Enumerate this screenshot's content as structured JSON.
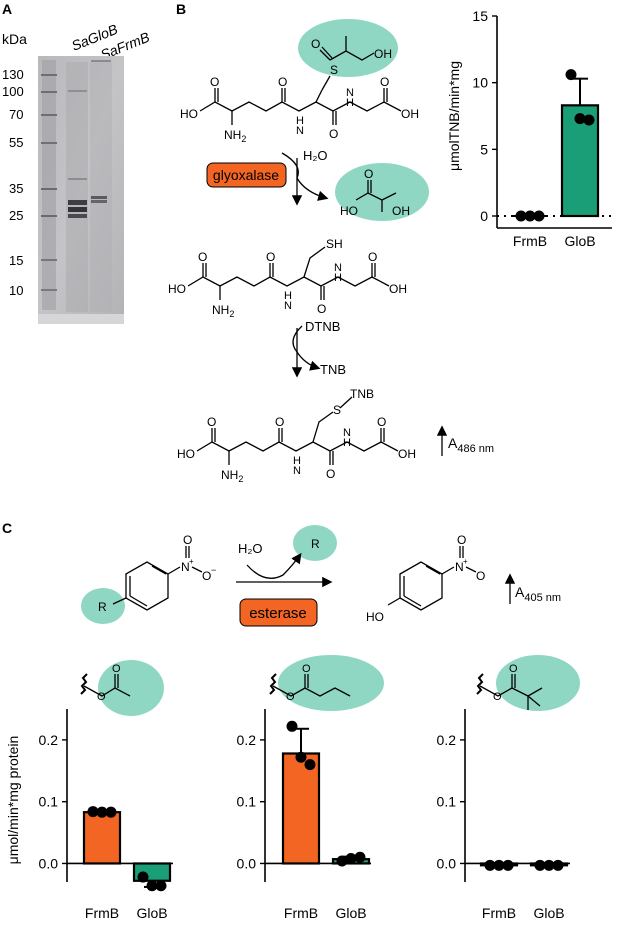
{
  "panels": {
    "A": {
      "letter": "A",
      "unit": "kDa",
      "markers": [
        "130",
        "100",
        "70",
        "55",
        "35",
        "25",
        "15",
        "10"
      ],
      "lanes": [
        "SaGloB",
        "SaFrmB"
      ]
    },
    "B": {
      "letter": "B",
      "reagents": {
        "water": "H₂O",
        "enzyme": "glyoxalase",
        "dtnb": "DTNB",
        "tnb": "TNB",
        "tnb_attached": "TNB",
        "readout_base": "A",
        "readout_sub": "486 nm"
      },
      "atoms": {
        "S": "S",
        "OH": "OH",
        "O": "O",
        "HO": "HO",
        "H": "H",
        "N": "N",
        "NH2_base": "NH",
        "NH2_sub": "2",
        "SH": "SH"
      }
    },
    "C": {
      "letter": "C",
      "reagents": {
        "water": "H₂O",
        "enzyme": "esterase",
        "R": "R",
        "HO": "HO",
        "N": "N",
        "nitro_plus": "+",
        "O_minus": "O",
        "readout_base": "A",
        "readout_sub": "405 nm"
      }
    }
  },
  "chart_data": [
    {
      "type": "bar",
      "panel": "B",
      "categories": [
        "FrmB",
        "GloB"
      ],
      "values": [
        0.0,
        8.3
      ],
      "error": [
        0.05,
        2.0
      ],
      "points": [
        [
          0.0,
          0.0,
          0.0
        ],
        [
          10.6,
          7.3,
          7.2
        ]
      ],
      "ylabel": "μmolTNB/min*mg",
      "ylim": [
        0,
        15
      ],
      "yticks": [
        "0",
        "5",
        "10",
        "15"
      ],
      "colors": [
        "#000000",
        "#1a9e78"
      ]
    },
    {
      "type": "bar",
      "panel": "C",
      "categories": [
        "FrmB",
        "GloB"
      ],
      "values": [
        0.083,
        -0.028
      ],
      "error": [
        0.002,
        0.01
      ],
      "points": [
        [
          0.084,
          0.083,
          0.083
        ],
        [
          -0.022,
          -0.036,
          -0.036
        ]
      ],
      "ylabel": "μmol/min*mg protein",
      "ylim": [
        -0.03,
        0.25
      ],
      "yticks": [
        "0.0",
        "0.1",
        "0.2"
      ],
      "colors": [
        "#f26522",
        "#1a9e78"
      ]
    },
    {
      "type": "bar",
      "panel": "C",
      "categories": [
        "FrmB",
        "GloB"
      ],
      "values": [
        0.178,
        0.007
      ],
      "error": [
        0.04,
        0.004
      ],
      "points": [
        [
          0.222,
          0.172,
          0.16
        ],
        [
          0.004,
          0.008,
          0.01
        ]
      ],
      "ylabel": "",
      "ylim": [
        -0.03,
        0.25
      ],
      "yticks": [
        "0.0",
        "0.1",
        "0.2"
      ],
      "colors": [
        "#f26522",
        "#1a9e78"
      ]
    },
    {
      "type": "bar",
      "panel": "C",
      "categories": [
        "FrmB",
        "GloB"
      ],
      "values": [
        -0.003,
        -0.003
      ],
      "error": [
        0.001,
        0.001
      ],
      "points": [
        [
          -0.003,
          -0.003,
          -0.003
        ],
        [
          -0.003,
          -0.003,
          -0.003
        ]
      ],
      "ylabel": "",
      "ylim": [
        -0.03,
        0.25
      ],
      "yticks": [
        "0.0",
        "0.1",
        "0.2"
      ],
      "colors": [
        "#f26522",
        "#1a9e78"
      ]
    }
  ]
}
